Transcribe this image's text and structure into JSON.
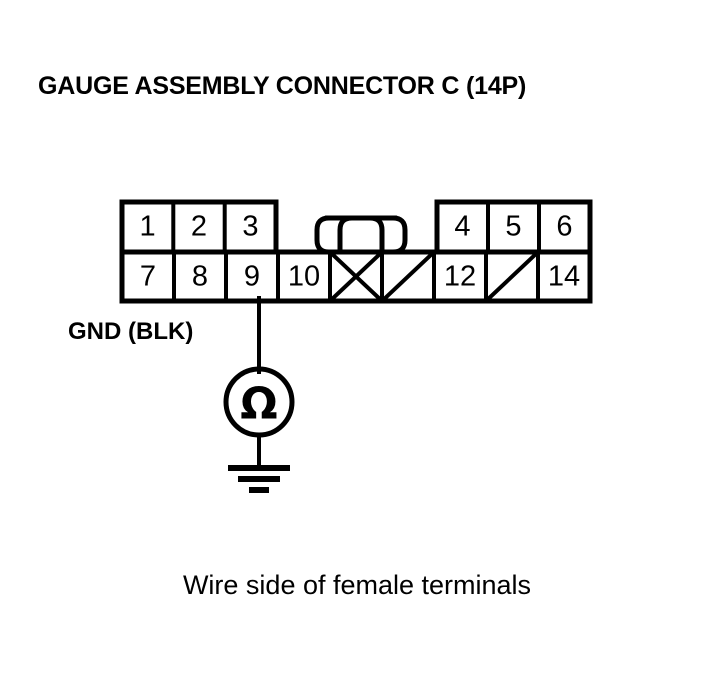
{
  "document": {
    "title": "GAUGE ASSEMBLY CONNECTOR C (14P)",
    "caption": "Wire side of female terminals",
    "background_color": "#ffffff",
    "line_color": "#000000"
  },
  "connector": {
    "name": "GAUGE ASSEMBLY CONNECTOR C",
    "pin_count_label": "(14P)",
    "top_row": [
      {
        "label": "1",
        "state": "numbered"
      },
      {
        "label": "2",
        "state": "numbered"
      },
      {
        "label": "3",
        "state": "numbered"
      },
      {
        "label": "",
        "state": "absent"
      },
      {
        "label": "",
        "state": "absent"
      },
      {
        "label": "",
        "state": "absent"
      },
      {
        "label": "4",
        "state": "numbered"
      },
      {
        "label": "5",
        "state": "numbered"
      },
      {
        "label": "6",
        "state": "numbered"
      }
    ],
    "bottom_row": [
      {
        "label": "7",
        "state": "numbered"
      },
      {
        "label": "8",
        "state": "numbered"
      },
      {
        "label": "9",
        "state": "numbered"
      },
      {
        "label": "10",
        "state": "numbered"
      },
      {
        "label": "",
        "state": "crossed"
      },
      {
        "label": "",
        "state": "slashed"
      },
      {
        "label": "12",
        "state": "numbered"
      },
      {
        "label": "",
        "state": "slashed"
      },
      {
        "label": "14",
        "state": "numbered"
      }
    ],
    "latch": {
      "name": "connector-latch-tab"
    }
  },
  "wiring": {
    "probe_pin": "9",
    "wire_label": "GND (BLK)",
    "wire_color_code": "BLK"
  },
  "instrument": {
    "type": "ohmmeter",
    "symbol": "Ω",
    "ground_symbol": "earth-ground"
  }
}
